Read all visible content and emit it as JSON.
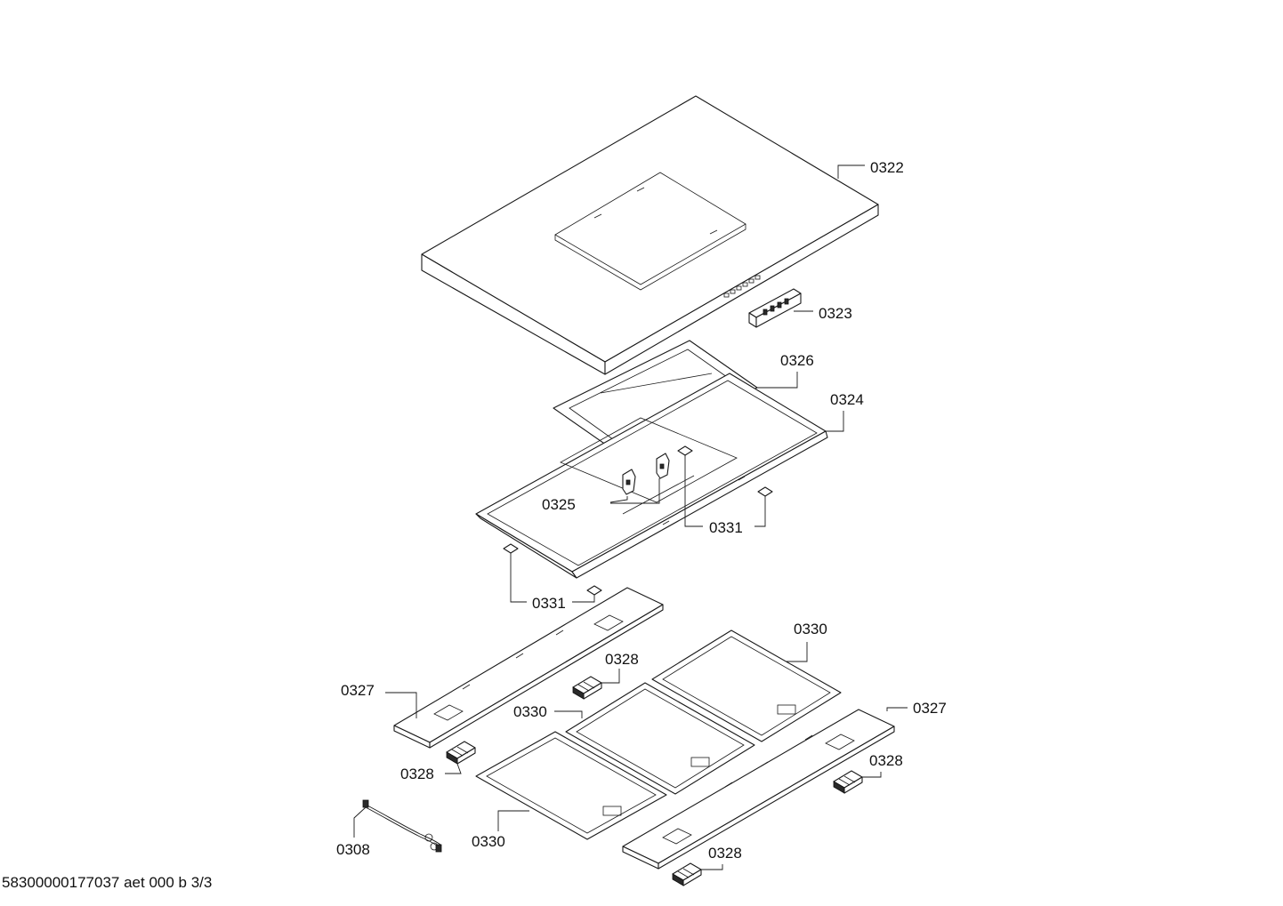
{
  "labels": {
    "l0322": "0322",
    "l0323": "0323",
    "l0326": "0326",
    "l0324": "0324",
    "l0325": "0325",
    "l0331a": "0331",
    "l0331b": "0331",
    "l0330a": "0330",
    "l0328a": "0328",
    "l0327a": "0327",
    "l0330b": "0330",
    "l0327b": "0327",
    "l0328b": "0328",
    "l0328c": "0328",
    "l0330c": "0330",
    "l0308": "0308",
    "l0328d": "0328"
  },
  "footer": {
    "document_code": "58300000177037 aet 000 b 3/3"
  }
}
